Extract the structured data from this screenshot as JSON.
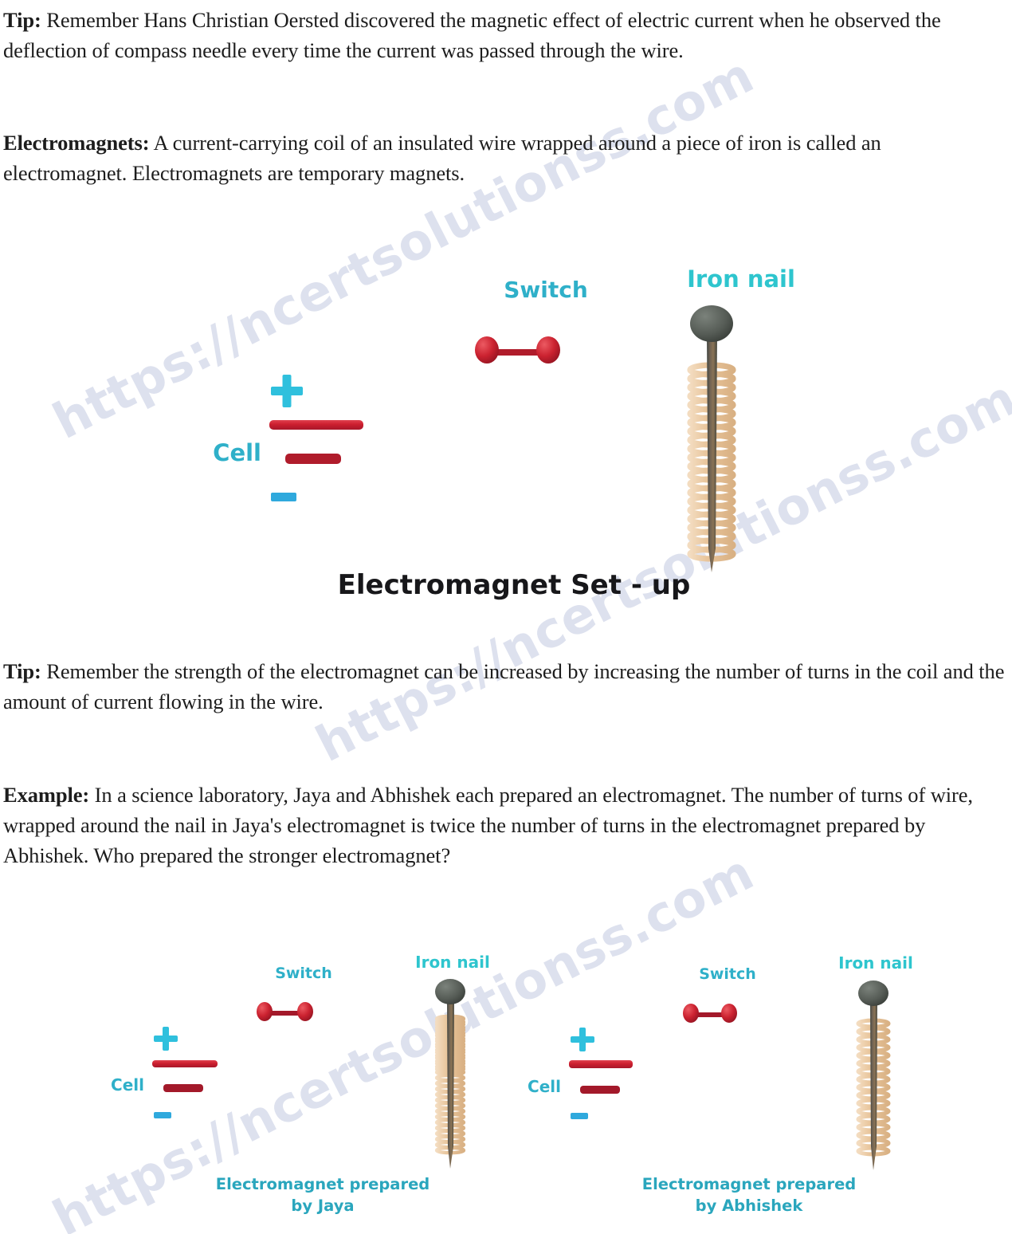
{
  "page": {
    "background_color": "#ffffff",
    "body_text_color": "#1d1d1d",
    "accent_cyan": "#2aa6bd",
    "wire_red": "#c9202f",
    "nail_head_gray": "#555a55",
    "coil_copper": "#e8c9a0",
    "watermark_color": "#c9cfe4"
  },
  "watermark": {
    "text": "https://ncertsolutionss.com",
    "repeat_1": "https://ncertsolutionss.com",
    "repeat_2": "https://ncertsolutionss.com",
    "repeat_3": "https://ncertsolutionss.com"
  },
  "paragraphs": {
    "tip_1": {
      "label": "Tip:",
      "body": " Remember Hans Christian Oersted discovered the magnetic effect of electric current when he observed the deflection of compass needle every time the current was passed through the wire."
    },
    "electromagnets": {
      "label": "Electromagnets:",
      "body": " A current-carrying coil of an insulated wire wrapped around a piece of iron is called an electromagnet. Electromagnets are temporary magnets."
    },
    "tip_2": {
      "label": "Tip:",
      "body": " Remember the strength of the electromagnet can be increased by increasing the number of turns in the coil and the amount of current flowing in the wire."
    },
    "example": {
      "label": "Example:",
      "body": " In a science laboratory, Jaya and Abhishek each prepared an electromagnet. The number of turns of wire, wrapped around the nail in Jaya's electromagnet is twice the number of turns in the electromagnet prepared by Abhishek. Who prepared the stronger electromagnet?"
    }
  },
  "figure_main": {
    "caption": "Electromagnet Set - up",
    "labels": {
      "switch": "Switch",
      "iron_nail": "Iron nail",
      "cell": "Cell",
      "plus": "+",
      "minus": "-"
    },
    "coil_turns": 22
  },
  "figure_jaya": {
    "caption_line1": "Electromagnet prepared",
    "caption_line2": "by Jaya",
    "labels": {
      "switch": "Switch",
      "iron_nail": "Iron nail",
      "cell": "Cell",
      "plus": "+",
      "minus": "-"
    },
    "coil_turns": 34
  },
  "figure_abhishek": {
    "caption_line1": "Electromagnet prepared",
    "caption_line2": "by Abhishek",
    "labels": {
      "switch": "Switch",
      "iron_nail": "Iron nail",
      "cell": "Cell",
      "plus": "+",
      "minus": "-"
    },
    "coil_turns": 17
  }
}
